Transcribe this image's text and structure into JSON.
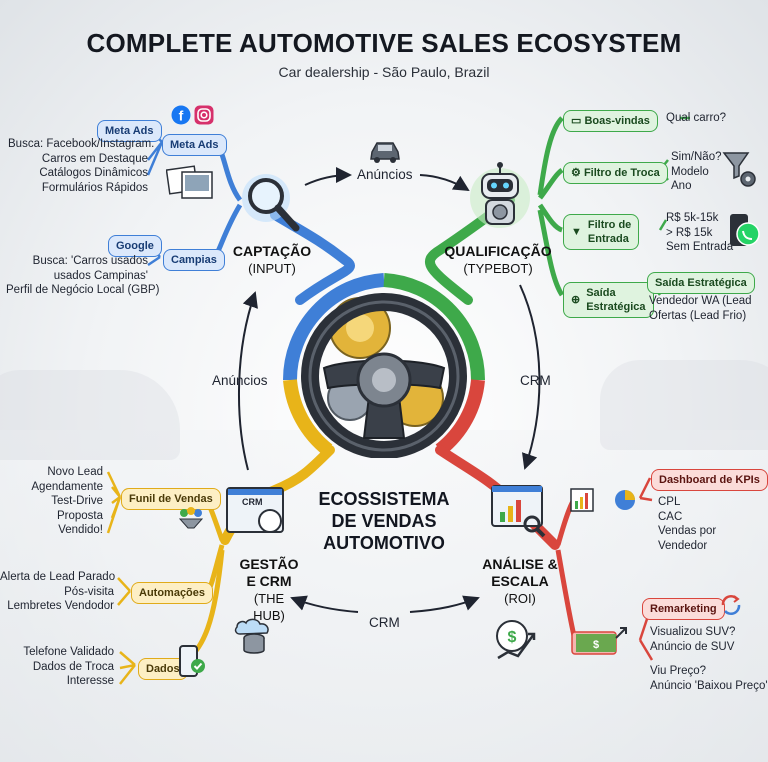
{
  "header": {
    "title": "COMPLETE AUTOMOTIVE SALES ECOSYSTEM",
    "subtitle": "Car dealership - São Paulo, Brazil"
  },
  "center": {
    "line1": "ECOSSISTEMA",
    "line2": "DE VENDAS",
    "line3": "AUTOMOTIVO"
  },
  "flows": {
    "top": "Anúncios",
    "left": "Anúncios",
    "right": "CRM",
    "bottom": "CRM"
  },
  "captacao": {
    "title": "CAPTAÇÃO",
    "sub": "(INPUT)",
    "meta_ads_label": "Meta Ads",
    "meta_ads_inner": "Meta Ads",
    "meta_items": [
      "Busca: Facebook/Instagram.",
      "Carros em Destaque",
      "Catálogos Dinâmicos",
      "Formulários Rápidos"
    ],
    "google_label": "Google",
    "campias_label": "Campias",
    "google_items": [
      "Busca: 'Carros usados",
      "usados Campinas'",
      "Perfil de Negócio Local (GBP)"
    ]
  },
  "qualificacao": {
    "title": "QUALIFICAÇÃO",
    "sub": "(TYPEBOT)",
    "boas_vindas": "Boas-vindas",
    "boas_vindas_leaf": "Qual carro?",
    "filtro_troca": "Filtro de Troca",
    "filtro_troca_leaf": [
      "Sim/Não?",
      "Modelo",
      "Ano"
    ],
    "filtro_entrada": [
      "Filtro de",
      "Entrada"
    ],
    "filtro_entrada_leaf": [
      "R$ 5k-15k",
      "> R$ 15k",
      "Sem Entrada"
    ],
    "saida": [
      "Saída",
      "Estratégica"
    ],
    "saida_pill": "Saída Estratégica",
    "saida_leaf": [
      "Vendedor WA (Lead",
      "Ofertas (Lead Frio)"
    ]
  },
  "gestao": {
    "title_lines": [
      "GESTÃO",
      "E CRM",
      "(THE HUB)"
    ],
    "funil_label": "Funil de Vendas",
    "funil_items": [
      "Novo Lead",
      "Agendamente",
      "Test-Drive",
      "Proposta",
      "Vendido!"
    ],
    "auto_label": "Automações",
    "auto_items": [
      "Alerta de Lead Parado",
      "Pós-visita",
      "Lembretes Vendodor"
    ],
    "dados_label": "Dados",
    "dados_items": [
      "Telefone Validado",
      "Dados de Troca",
      "Interesse"
    ],
    "crm_screen": "CRM"
  },
  "analise": {
    "title_lines": [
      "ANÁLISE &",
      "ESCALA",
      "(ROI)"
    ],
    "kpi_label": "Dashboard de KPIs",
    "kpi_items": [
      "CPL",
      "CAC",
      "Vendas por",
      "Vendedor"
    ],
    "remarketing_label": "Remarketing",
    "remarketing_items": [
      "Visualizou SUV?",
      "Anúncio de SUV",
      "Viu Preço?",
      "Anúncio 'Baixou Preço'"
    ]
  },
  "colors": {
    "blue": "#3f7fd7",
    "green": "#3ea94a",
    "yellow": "#e8b419",
    "red": "#d9463d"
  },
  "icons": [
    "facebook-icon",
    "instagram-icon",
    "magnifier-icon",
    "car-icon",
    "robot-icon",
    "funnel-icon",
    "whatsapp-icon",
    "steering-wheel-icon",
    "crm-screen-icon",
    "cloud-database-icon",
    "dashboard-chart-icon",
    "roi-dollar-icon",
    "money-icon",
    "refresh-icon"
  ]
}
